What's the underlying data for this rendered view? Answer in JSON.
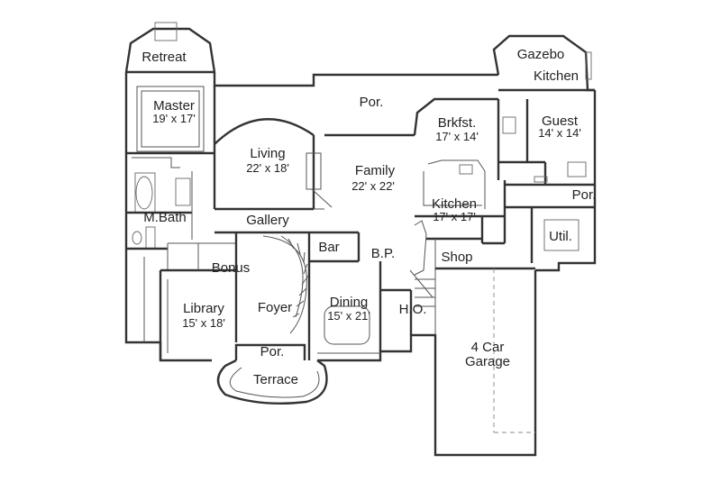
{
  "rooms": {
    "retreat": "Retreat",
    "gazebo": "Gazebo",
    "kitchen_outdoor": "Kitchen",
    "master": "Master",
    "master_size": "19' x 17'",
    "por_rear": "Por.",
    "brkfst": "Brkfst.",
    "brkfst_size": "17' x 14'",
    "guest": "Guest",
    "guest_size": "14' x 14'",
    "living": "Living",
    "living_size": "22' x 18'",
    "family": "Family",
    "family_size": "22' x 22'",
    "kitchen": "Kitchen",
    "kitchen_size": "17' x 17'",
    "por_side": "Por.",
    "mbath": "M.Bath",
    "gallery": "Gallery",
    "bar": "Bar",
    "bp": "B.P.",
    "util": "Util.",
    "shop": "Shop",
    "bonus": "Bonus",
    "library": "Library",
    "library_size": "15' x 18'",
    "foyer": "Foyer",
    "dining": "Dining",
    "dining_size": "15' x 21'",
    "ho": "H.O.",
    "garage": "4 Car",
    "garage2": "Garage",
    "por_front": "Por.",
    "terrace": "Terrace"
  }
}
